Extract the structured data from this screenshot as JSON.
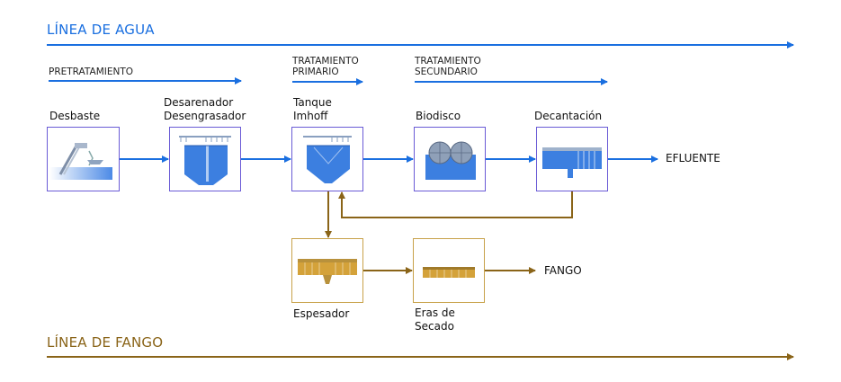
{
  "water_line": {
    "title": "LÍNEA DE AGUA",
    "color": "#1a6fe0"
  },
  "sludge_line": {
    "title": "LÍNEA DE FANGO",
    "color": "#8a6418"
  },
  "stages": {
    "pretreatment": "PRETRATAMIENTO",
    "primary": [
      "TRATAMIENTO",
      "PRIMARIO"
    ],
    "secondary": [
      "TRATAMIENTO",
      "SECUNDARIO"
    ]
  },
  "units": {
    "desbaste": "Desbaste",
    "desarenador": [
      "Desarenador",
      "Desengrasador"
    ],
    "tanque": [
      "Tanque",
      "Imhoff"
    ],
    "biodisco": "Biodisco",
    "decantacion": "Decantación",
    "espesador": "Espesador",
    "eras": [
      "Eras de",
      "Secado"
    ]
  },
  "outputs": {
    "effluent": "EFLUENTE",
    "sludge": "FANGO"
  },
  "colors": {
    "water_box_border": "#6a5bd6",
    "sludge_box_border": "#c8a24a",
    "tank_blue": "#3c7fe0",
    "sludge_gold": "#d4a23a"
  }
}
